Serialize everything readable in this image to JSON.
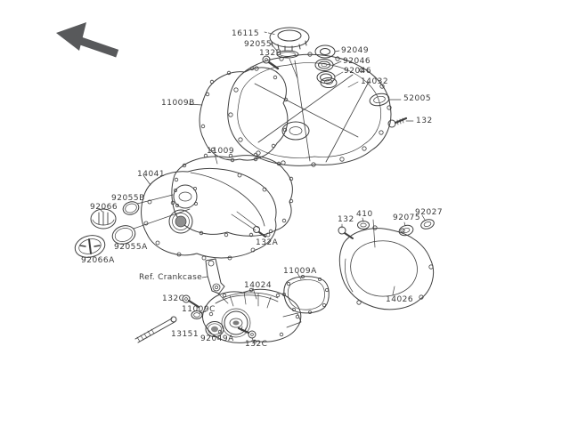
{
  "diagram": {
    "background": "#ffffff",
    "line_color": "#3f3f3f",
    "text_color": "#3a3a3a",
    "arrow": {
      "icon": "direction-arrow",
      "direction": "up-left",
      "color": "#58595b"
    },
    "labels": [
      {
        "text": "16115"
      },
      {
        "text": "92055"
      },
      {
        "text": "132B"
      },
      {
        "text": "92049"
      },
      {
        "text": "92046"
      },
      {
        "text": "92046"
      },
      {
        "text": "14032"
      },
      {
        "text": "52005"
      },
      {
        "text": "132"
      },
      {
        "text": "11009B"
      },
      {
        "text": "11009"
      },
      {
        "text": "14041"
      },
      {
        "text": "92055B"
      },
      {
        "text": "92066"
      },
      {
        "text": "92055A"
      },
      {
        "text": "92066A"
      },
      {
        "text": "132A"
      },
      {
        "text": "132"
      },
      {
        "text": "410"
      },
      {
        "text": "92075"
      },
      {
        "text": "92027"
      },
      {
        "text": "14026"
      },
      {
        "text": "Ref. Crankcase"
      },
      {
        "text": "132C"
      },
      {
        "text": "11009C"
      },
      {
        "text": "13151"
      },
      {
        "text": "92049A"
      },
      {
        "text": "132C"
      },
      {
        "text": "14024"
      },
      {
        "text": "11009A"
      }
    ]
  }
}
